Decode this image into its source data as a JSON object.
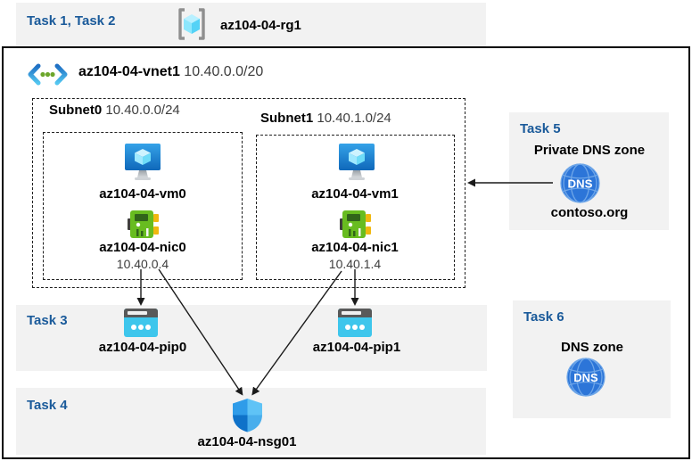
{
  "header": {
    "task_label": "Task 1, Task 2",
    "rg_name": "az104-04-rg1"
  },
  "vnet": {
    "name": "az104-04-vnet1",
    "cidr": "10.40.0.0/20"
  },
  "subnets": [
    {
      "name": "Subnet0",
      "cidr": "10.40.0.0/24",
      "vm": "az104-04-vm0",
      "nic": "az104-04-nic0",
      "ip": "10.40.0.4"
    },
    {
      "name": "Subnet1",
      "cidr": "10.40.1.0/24",
      "vm": "az104-04-vm1",
      "nic": "az104-04-nic1",
      "ip": "10.40.1.4"
    }
  ],
  "task3": {
    "label": "Task 3",
    "pips": [
      "az104-04-pip0",
      "az104-04-pip1"
    ]
  },
  "task4": {
    "label": "Task 4",
    "nsg": "az104-04-nsg01"
  },
  "task5": {
    "label": "Task 5",
    "title": "Private DNS zone",
    "zone": "contoso.org",
    "icon_text": "DNS"
  },
  "task6": {
    "label": "Task 6",
    "title": "DNS zone",
    "icon_text": "DNS"
  },
  "colors": {
    "task_label": "#1a5a9a",
    "band_bg": "#f2f2f2",
    "nic_green": "#68bc20",
    "pip_cyan": "#3ec6ec",
    "vm_blue": "#2f9ce9",
    "dns_blue": "#2c75d8",
    "vnet_dot_green": "#6ca62c",
    "arrow": "#1a1a1a"
  }
}
